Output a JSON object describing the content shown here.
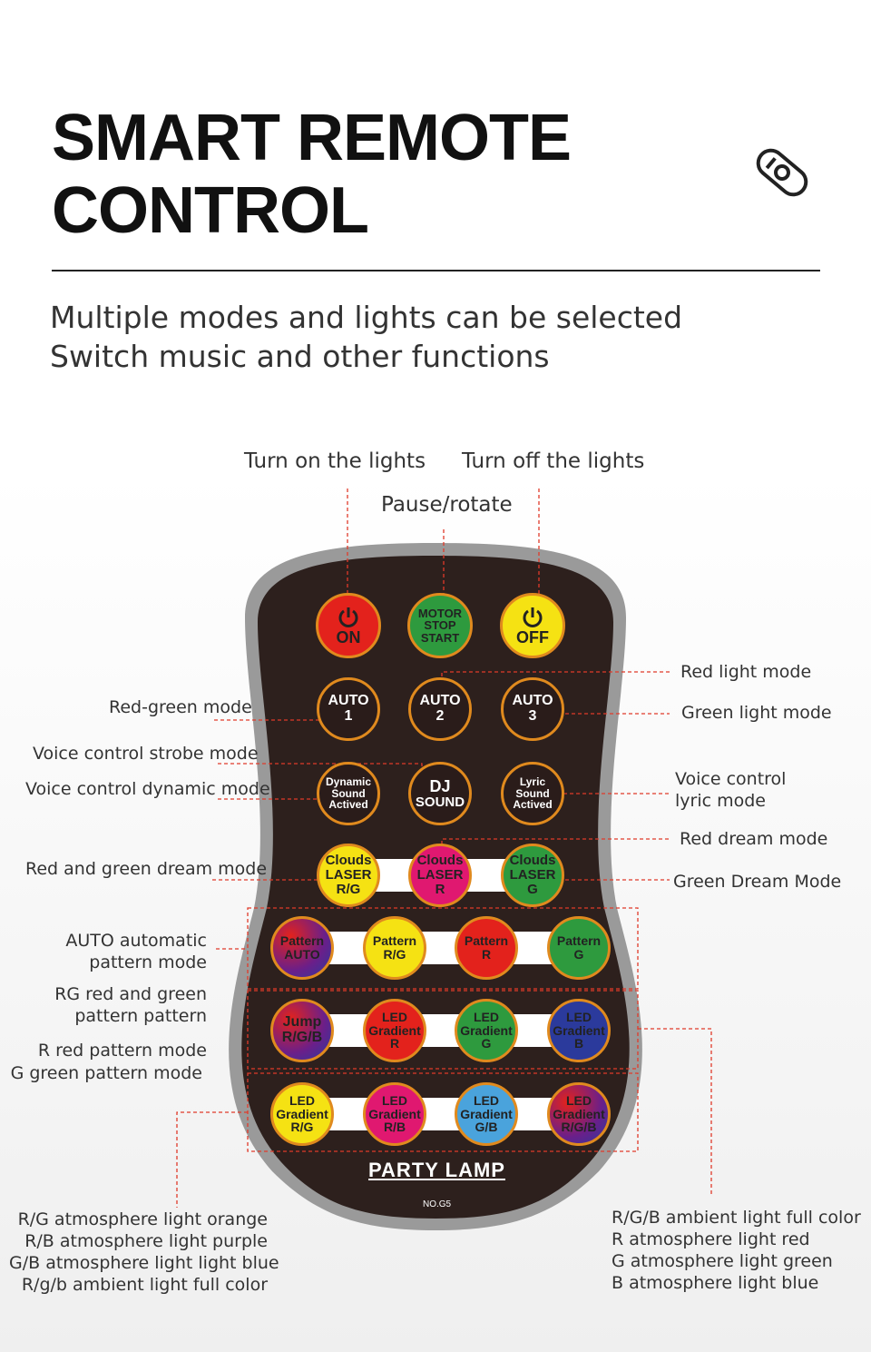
{
  "title": {
    "line1": "SMART REMOTE",
    "line2": "CONTROL"
  },
  "subtitle": {
    "line1": "Multiple modes and lights can be selected",
    "line2": "Switch music and other functions"
  },
  "top_labels": {
    "on": "Turn on the lights",
    "off": "Turn off the lights",
    "pause": "Pause/rotate"
  },
  "left_labels": {
    "red_green_mode": "Red-green mode",
    "voice_strobe": "Voice control strobe mode",
    "voice_dynamic": "Voice control dynamic mode",
    "rg_dream": "Red and green dream mode",
    "auto_pattern_1": "AUTO automatic",
    "auto_pattern_2": "pattern mode",
    "rg_pattern_1": "RG red and green",
    "rg_pattern_2": "pattern pattern",
    "r_pattern": "R red pattern mode",
    "g_pattern": "G green pattern mode"
  },
  "right_labels": {
    "red_light": "Red light mode",
    "green_light": "Green light mode",
    "voice_lyric_1": "Voice control",
    "voice_lyric_2": "lyric mode",
    "red_dream": "Red dream mode",
    "green_dream": "Green Dream Mode"
  },
  "bottom_left": [
    "R/G atmosphere light orange",
    "R/B atmosphere light purple",
    "G/B atmosphere light light blue",
    "R/g/b ambient light full color"
  ],
  "bottom_right": [
    "R/G/B ambient light full color",
    "R atmosphere light red",
    "G atmosphere light green",
    "B atmosphere light blue"
  ],
  "remote": {
    "brand": "PARTY  LAMP",
    "model": "NO.G5",
    "buttons": {
      "on": {
        "label": "ON",
        "color": "#e3221c"
      },
      "motor": {
        "l1": "MOTOR",
        "l2": "STOP",
        "l3": "START",
        "color": "#2e9a3e"
      },
      "off": {
        "label": "OFF",
        "color": "#f5e213"
      },
      "auto1": {
        "l1": "AUTO",
        "l2": "1"
      },
      "auto2": {
        "l1": "AUTO",
        "l2": "2"
      },
      "auto3": {
        "l1": "AUTO",
        "l2": "3"
      },
      "dynamic": {
        "l1": "Dynamic",
        "l2": "Sound",
        "l3": "Actived"
      },
      "dj": {
        "l1": "DJ",
        "l2": "SOUND"
      },
      "lyric": {
        "l1": "Lyric",
        "l2": "Sound",
        "l3": "Actived"
      },
      "clouds_rg": {
        "l1": "Clouds",
        "l2": "LASER",
        "l3": "R/G",
        "color": "#f5e213"
      },
      "clouds_r": {
        "l1": "Clouds",
        "l2": "LASER",
        "l3": "R",
        "color": "#e01870"
      },
      "clouds_g": {
        "l1": "Clouds",
        "l2": "LASER",
        "l3": "G",
        "color": "#2e9a3e"
      },
      "pattern_auto": {
        "l1": "Pattern",
        "l2": "AUTO"
      },
      "pattern_rg": {
        "l1": "Pattern",
        "l2": "R/G",
        "color": "#f5e213"
      },
      "pattern_r": {
        "l1": "Pattern",
        "l2": "R",
        "color": "#e3221c"
      },
      "pattern_g": {
        "l1": "Pattern",
        "l2": "G",
        "color": "#2e9a3e"
      },
      "jump": {
        "l1": "Jump",
        "l2": "R/G/B"
      },
      "led_r": {
        "l1": "LED",
        "l2": "Gradient",
        "l3": "R",
        "color": "#e3221c"
      },
      "led_g": {
        "l1": "LED",
        "l2": "Gradient",
        "l3": "G",
        "color": "#2e9a3e"
      },
      "led_b": {
        "l1": "LED",
        "l2": "Gradient",
        "l3": "B",
        "color": "#2b3a9c"
      },
      "led_rg": {
        "l1": "LED",
        "l2": "Gradient",
        "l3": "R/G",
        "color": "#f5e213"
      },
      "led_rb": {
        "l1": "LED",
        "l2": "Gradient",
        "l3": "R/B",
        "color": "#e01870"
      },
      "led_gb": {
        "l1": "LED",
        "l2": "Gradient",
        "l3": "G/B",
        "color": "#4aa3dc"
      },
      "led_rgb": {
        "l1": "LED",
        "l2": "Gradient",
        "l3": "R/G/B"
      }
    }
  }
}
